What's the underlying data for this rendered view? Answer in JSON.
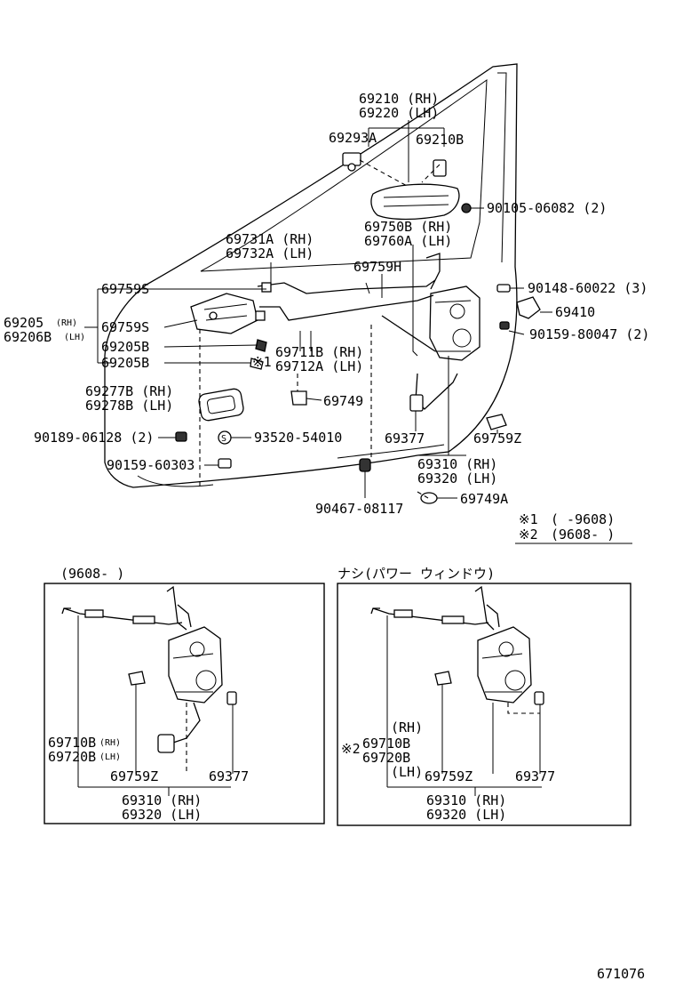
{
  "labels": {
    "p69210": "69210 (RH)",
    "p69220": "69220 (LH)",
    "p69293A": "69293A",
    "p69210B": "69210B",
    "p90105": "90105-06082 (2)",
    "p69750B": "69750B (RH)",
    "p69760A": "69760A (LH)",
    "p69731A": "69731A (RH)",
    "p69732A": "69732A (LH)",
    "p69759H": "69759H",
    "p69759S_1": "69759S",
    "p69759S_2": "69759S",
    "p90148": "90148-60022 (3)",
    "p69410": "69410",
    "p90159_80047": "90159-80047 (2)",
    "p69205": "69205",
    "p69206B": "69206B",
    "rh_small": "(RH)",
    "lh_small": "(LH)",
    "p69205B_1": "69205B",
    "p69205B_2": "69205B",
    "p69711B": "69711B (RH)",
    "p69712A": "69712A (LH)",
    "note1_mark": "※1",
    "p69277B": "69277B (RH)",
    "p69278B": "69278B (LH)",
    "p69749": "69749",
    "p90189": "90189-06128 (2)",
    "p93520": "93520-54010",
    "s_mark": "S",
    "p69377": "69377",
    "p69759Z": "69759Z",
    "p90159_60303": "90159-60303",
    "p69310": "69310 (RH)",
    "p69320": "69320 (LH)",
    "p90467": "90467-08117",
    "p69749A": "69749A"
  },
  "legend": {
    "row1_mark": "※1",
    "row1_text": "(      -9608)",
    "row2_mark": "※2",
    "row2_text": "(9608-      )"
  },
  "inset_left": {
    "header": "(9608-      )",
    "p69710B": "69710B",
    "p69720B": "69720B",
    "rh_small": "(RH)",
    "lh_small": "(LH)",
    "p69759Z": "69759Z",
    "p69377": "69377",
    "p69310": "69310 (RH)",
    "p69320": "69320 (LH)"
  },
  "inset_right": {
    "header": "ナシ(パワー ウィンドウ)",
    "note2_mark": "※2",
    "rh": "(RH)",
    "p69710B": "69710B",
    "p69720B": "69720B",
    "lh": "(LH)",
    "p69759Z": "69759Z",
    "p69377": "69377",
    "p69310": "69310 (RH)",
    "p69320": "69320 (LH)"
  },
  "page_number": "671076"
}
